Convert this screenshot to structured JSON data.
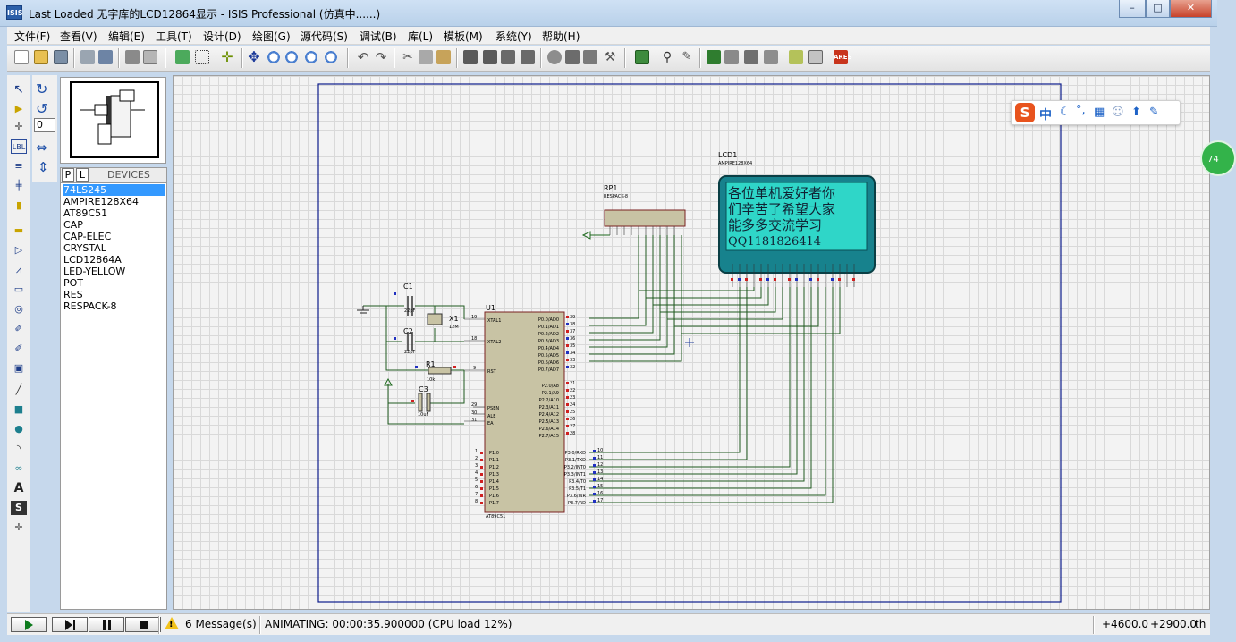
{
  "window": {
    "icon_label": "ISIS",
    "title": "Last Loaded 无字库的LCD12864显示 - ISIS Professional (仿真中......)",
    "min": "–",
    "max": "□",
    "close": "✕"
  },
  "menu": [
    "文件(F)",
    "查看(V)",
    "编辑(E)",
    "工具(T)",
    "设计(D)",
    "绘图(G)",
    "源代码(S)",
    "调试(B)",
    "库(L)",
    "模板(M)",
    "系统(Y)",
    "帮助(H)"
  ],
  "rotation_value": "0",
  "devices": {
    "tab_p": "P",
    "tab_l": "L",
    "header": "DEVICES",
    "items": [
      "74LS245",
      "AMPIRE128X64",
      "AT89C51",
      "CAP",
      "CAP-ELEC",
      "CRYSTAL",
      "LCD12864A",
      "LED-YELLOW",
      "POT",
      "RES",
      "RESPACK-8"
    ],
    "selected": 0
  },
  "schematic": {
    "lcd": {
      "ref": "LCD1",
      "part": "AMPIRE128X64",
      "lines": [
        "各位单机爱好者你",
        "们辛苦了希望大家",
        "能多多交流学习",
        "QQ1181826414"
      ]
    },
    "rp1": {
      "ref": "RP1",
      "part": "RESPACK-8"
    },
    "u1": {
      "ref": "U1",
      "part": "AT89C51",
      "left_pins": [
        {
          "num": "19",
          "name": "XTAL1"
        },
        {
          "num": "18",
          "name": "XTAL2"
        },
        {
          "num": "9",
          "name": "RST"
        },
        {
          "num": "29",
          "name": "PSEN"
        },
        {
          "num": "30",
          "name": "ALE"
        },
        {
          "num": "31",
          "name": "EA"
        }
      ],
      "port1": [
        "P1.0",
        "P1.1",
        "P1.2",
        "P1.3",
        "P1.4",
        "P1.5",
        "P1.6",
        "P1.7"
      ],
      "port1_nums": [
        "1",
        "2",
        "3",
        "4",
        "5",
        "6",
        "7",
        "8"
      ],
      "port0": [
        "P0.0/AD0",
        "P0.1/AD1",
        "P0.2/AD2",
        "P0.3/AD3",
        "P0.4/AD4",
        "P0.5/AD5",
        "P0.6/AD6",
        "P0.7/AD7"
      ],
      "port0_nums": [
        "39",
        "38",
        "37",
        "36",
        "35",
        "34",
        "33",
        "32"
      ],
      "port2": [
        "P2.0/A8",
        "P2.1/A9",
        "P2.2/A10",
        "P2.3/A11",
        "P2.4/A12",
        "P2.5/A13",
        "P2.6/A14",
        "P2.7/A15"
      ],
      "port2_nums": [
        "21",
        "22",
        "23",
        "24",
        "25",
        "26",
        "27",
        "28"
      ],
      "port3": [
        "P3.0/RXD",
        "P3.1/TXD",
        "P3.2/INT0",
        "P3.3/INT1",
        "P3.4/T0",
        "P3.5/T1",
        "P3.6/WR",
        "P3.7/RD"
      ],
      "port3_nums": [
        "10",
        "11",
        "12",
        "13",
        "14",
        "15",
        "16",
        "17"
      ]
    },
    "c1": {
      "ref": "C1",
      "value": "22pF"
    },
    "c2": {
      "ref": "C2",
      "value": "22pF"
    },
    "c3": {
      "ref": "C3",
      "value": "10uF"
    },
    "x1": {
      "ref": "X1",
      "value": "12M"
    },
    "r1": {
      "ref": "R1",
      "value": "10k"
    }
  },
  "ime": {
    "logo": "S",
    "mode": "中"
  },
  "side_badge": "74",
  "status": {
    "messages": "6 Message(s)",
    "animating": "ANIMATING: 00:00:35.900000 (CPU load 12%)",
    "x": "+4600.0",
    "y": "+2900.0",
    "unit": "th"
  }
}
